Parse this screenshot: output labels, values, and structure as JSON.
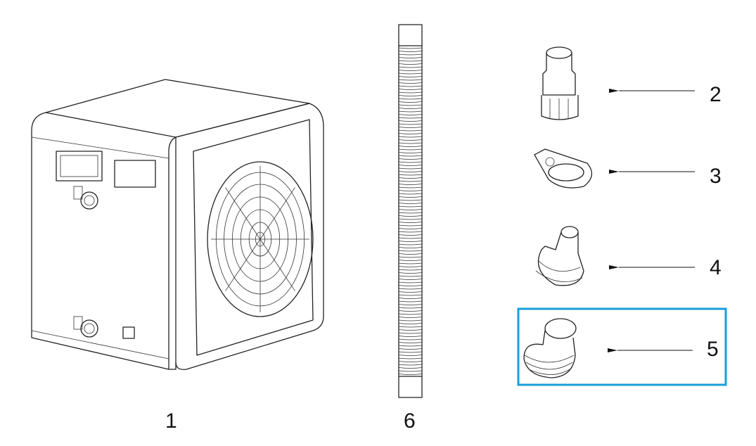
{
  "parts": [
    {
      "number": "1",
      "icon": "heat-pump-icon"
    },
    {
      "number": "2",
      "icon": "hose-connector-icon"
    },
    {
      "number": "3",
      "icon": "hose-clamp-icon"
    },
    {
      "number": "4",
      "icon": "threaded-adapter-icon"
    },
    {
      "number": "5",
      "icon": "reducer-adapter-icon"
    },
    {
      "number": "6",
      "icon": "corrugated-hose-icon"
    }
  ],
  "highlight": {
    "part": "5",
    "color": "#1a9fdc"
  }
}
